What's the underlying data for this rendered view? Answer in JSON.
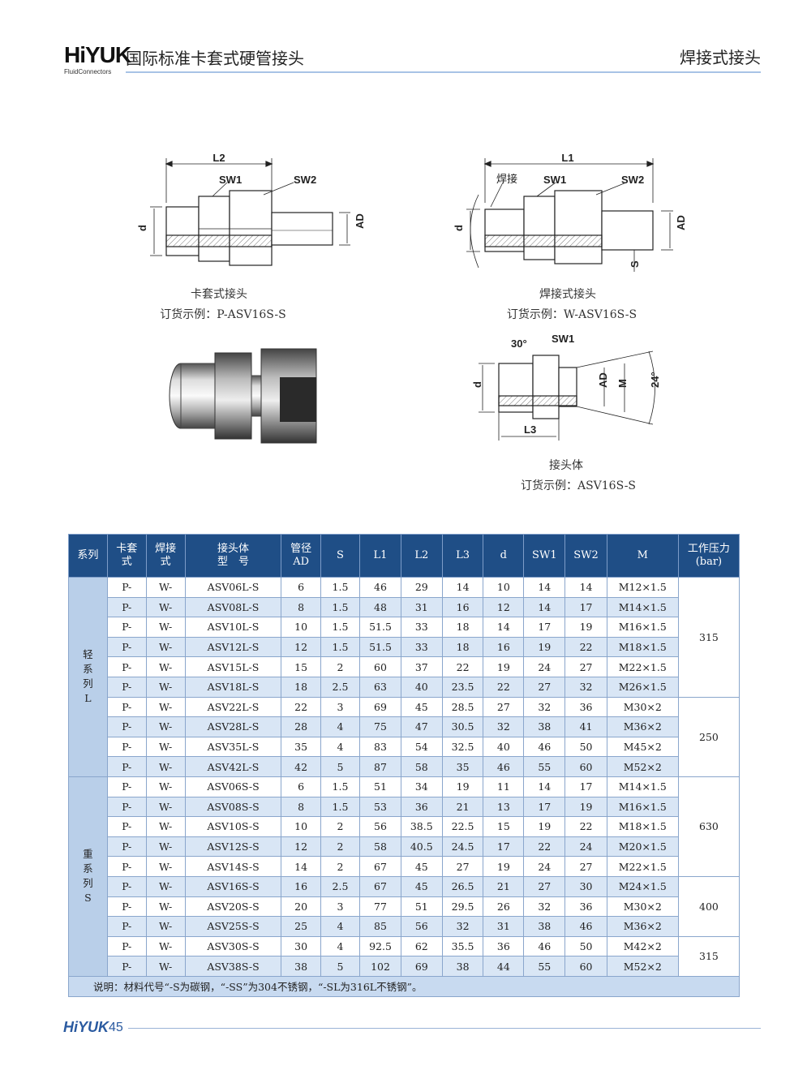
{
  "header": {
    "logo_text": "HiYUK",
    "logo_sub": "FluidConnectors",
    "title": "国际标准卡套式硬管接头",
    "right_title": "焊接式接头"
  },
  "figures": {
    "fig1": {
      "title": "卡套式接头",
      "order": "订货示例：P-ASV16S-S",
      "labels": {
        "L2": "L2",
        "SW1": "SW1",
        "SW2": "SW2",
        "d": "d",
        "AD": "AD"
      }
    },
    "fig2": {
      "title": "焊接式接头",
      "order": "订货示例：W-ASV16S-S",
      "labels": {
        "L1": "L1",
        "weld": "焊接",
        "SW1": "SW1",
        "SW2": "SW2",
        "d": "d",
        "AD": "AD",
        "S": "S"
      }
    },
    "fig3": {
      "title": "接头体",
      "order": "订货示例：ASV16S-S",
      "labels": {
        "angle30": "30°",
        "SW1": "SW1",
        "d": "d",
        "AD": "AD",
        "M": "M",
        "angle24": "24°",
        "L3": "L3"
      }
    }
  },
  "table": {
    "headers": {
      "series": "系列",
      "ferrule": [
        "卡套",
        "式"
      ],
      "weld": [
        "焊接",
        "式"
      ],
      "model": [
        "接头体",
        "型　号"
      ],
      "ad": [
        "管径",
        "AD"
      ],
      "s": "S",
      "l1": "L1",
      "l2": "L2",
      "l3": "L3",
      "d": "d",
      "sw1": "SW1",
      "sw2": "SW2",
      "m": "M",
      "pressure": [
        "工作压力",
        "(bar)"
      ]
    },
    "series_L": [
      "轻",
      "系",
      "列",
      "L"
    ],
    "series_S": [
      "重",
      "系",
      "列",
      "S"
    ],
    "rows": [
      {
        "p": "P-",
        "w": "W-",
        "model": "ASV06L-S",
        "ad": "6",
        "s": "1.5",
        "l1": "46",
        "l2": "29",
        "l3": "14",
        "d": "10",
        "sw1": "14",
        "sw2": "14",
        "m": "M12×1.5"
      },
      {
        "p": "P-",
        "w": "W-",
        "model": "ASV08L-S",
        "ad": "8",
        "s": "1.5",
        "l1": "48",
        "l2": "31",
        "l3": "16",
        "d": "12",
        "sw1": "14",
        "sw2": "17",
        "m": "M14×1.5"
      },
      {
        "p": "P-",
        "w": "W-",
        "model": "ASV10L-S",
        "ad": "10",
        "s": "1.5",
        "l1": "51.5",
        "l2": "33",
        "l3": "18",
        "d": "14",
        "sw1": "17",
        "sw2": "19",
        "m": "M16×1.5"
      },
      {
        "p": "P-",
        "w": "W-",
        "model": "ASV12L-S",
        "ad": "12",
        "s": "1.5",
        "l1": "51.5",
        "l2": "33",
        "l3": "18",
        "d": "16",
        "sw1": "19",
        "sw2": "22",
        "m": "M18×1.5"
      },
      {
        "p": "P-",
        "w": "W-",
        "model": "ASV15L-S",
        "ad": "15",
        "s": "2",
        "l1": "60",
        "l2": "37",
        "l3": "22",
        "d": "19",
        "sw1": "24",
        "sw2": "27",
        "m": "M22×1.5"
      },
      {
        "p": "P-",
        "w": "W-",
        "model": "ASV18L-S",
        "ad": "18",
        "s": "2.5",
        "l1": "63",
        "l2": "40",
        "l3": "23.5",
        "d": "22",
        "sw1": "27",
        "sw2": "32",
        "m": "M26×1.5"
      },
      {
        "p": "P-",
        "w": "W-",
        "model": "ASV22L-S",
        "ad": "22",
        "s": "3",
        "l1": "69",
        "l2": "45",
        "l3": "28.5",
        "d": "27",
        "sw1": "32",
        "sw2": "36",
        "m": "M30×2"
      },
      {
        "p": "P-",
        "w": "W-",
        "model": "ASV28L-S",
        "ad": "28",
        "s": "4",
        "l1": "75",
        "l2": "47",
        "l3": "30.5",
        "d": "32",
        "sw1": "38",
        "sw2": "41",
        "m": "M36×2"
      },
      {
        "p": "P-",
        "w": "W-",
        "model": "ASV35L-S",
        "ad": "35",
        "s": "4",
        "l1": "83",
        "l2": "54",
        "l3": "32.5",
        "d": "40",
        "sw1": "46",
        "sw2": "50",
        "m": "M45×2"
      },
      {
        "p": "P-",
        "w": "W-",
        "model": "ASV42L-S",
        "ad": "42",
        "s": "5",
        "l1": "87",
        "l2": "58",
        "l3": "35",
        "d": "46",
        "sw1": "55",
        "sw2": "60",
        "m": "M52×2"
      },
      {
        "p": "P-",
        "w": "W-",
        "model": "ASV06S-S",
        "ad": "6",
        "s": "1.5",
        "l1": "51",
        "l2": "34",
        "l3": "19",
        "d": "11",
        "sw1": "14",
        "sw2": "17",
        "m": "M14×1.5"
      },
      {
        "p": "P-",
        "w": "W-",
        "model": "ASV08S-S",
        "ad": "8",
        "s": "1.5",
        "l1": "53",
        "l2": "36",
        "l3": "21",
        "d": "13",
        "sw1": "17",
        "sw2": "19",
        "m": "M16×1.5"
      },
      {
        "p": "P-",
        "w": "W-",
        "model": "ASV10S-S",
        "ad": "10",
        "s": "2",
        "l1": "56",
        "l2": "38.5",
        "l3": "22.5",
        "d": "15",
        "sw1": "19",
        "sw2": "22",
        "m": "M18×1.5"
      },
      {
        "p": "P-",
        "w": "W-",
        "model": "ASV12S-S",
        "ad": "12",
        "s": "2",
        "l1": "58",
        "l2": "40.5",
        "l3": "24.5",
        "d": "17",
        "sw1": "22",
        "sw2": "24",
        "m": "M20×1.5"
      },
      {
        "p": "P-",
        "w": "W-",
        "model": "ASV14S-S",
        "ad": "14",
        "s": "2",
        "l1": "67",
        "l2": "45",
        "l3": "27",
        "d": "19",
        "sw1": "24",
        "sw2": "27",
        "m": "M22×1.5"
      },
      {
        "p": "P-",
        "w": "W-",
        "model": "ASV16S-S",
        "ad": "16",
        "s": "2.5",
        "l1": "67",
        "l2": "45",
        "l3": "26.5",
        "d": "21",
        "sw1": "27",
        "sw2": "30",
        "m": "M24×1.5"
      },
      {
        "p": "P-",
        "w": "W-",
        "model": "ASV20S-S",
        "ad": "20",
        "s": "3",
        "l1": "77",
        "l2": "51",
        "l3": "29.5",
        "d": "26",
        "sw1": "32",
        "sw2": "36",
        "m": "M30×2"
      },
      {
        "p": "P-",
        "w": "W-",
        "model": "ASV25S-S",
        "ad": "25",
        "s": "4",
        "l1": "85",
        "l2": "56",
        "l3": "32",
        "d": "31",
        "sw1": "38",
        "sw2": "46",
        "m": "M36×2"
      },
      {
        "p": "P-",
        "w": "W-",
        "model": "ASV30S-S",
        "ad": "30",
        "s": "4",
        "l1": "92.5",
        "l2": "62",
        "l3": "35.5",
        "d": "36",
        "sw1": "46",
        "sw2": "50",
        "m": "M42×2"
      },
      {
        "p": "P-",
        "w": "W-",
        "model": "ASV38S-S",
        "ad": "38",
        "s": "5",
        "l1": "102",
        "l2": "69",
        "l3": "38",
        "d": "44",
        "sw1": "55",
        "sw2": "60",
        "m": "M52×2"
      }
    ],
    "pressures": [
      {
        "value": "315",
        "span": 6
      },
      {
        "value": "250",
        "span": 4
      },
      {
        "value": "630",
        "span": 5
      },
      {
        "value": "400",
        "span": 3
      },
      {
        "value": "315",
        "span": 2
      }
    ],
    "note": "说明：材料代号“-S为碳钢，“-SS”为304不锈钢，“-SL为316L不锈钢”。"
  },
  "footer": {
    "logo": "HiYUK",
    "page": "45"
  }
}
